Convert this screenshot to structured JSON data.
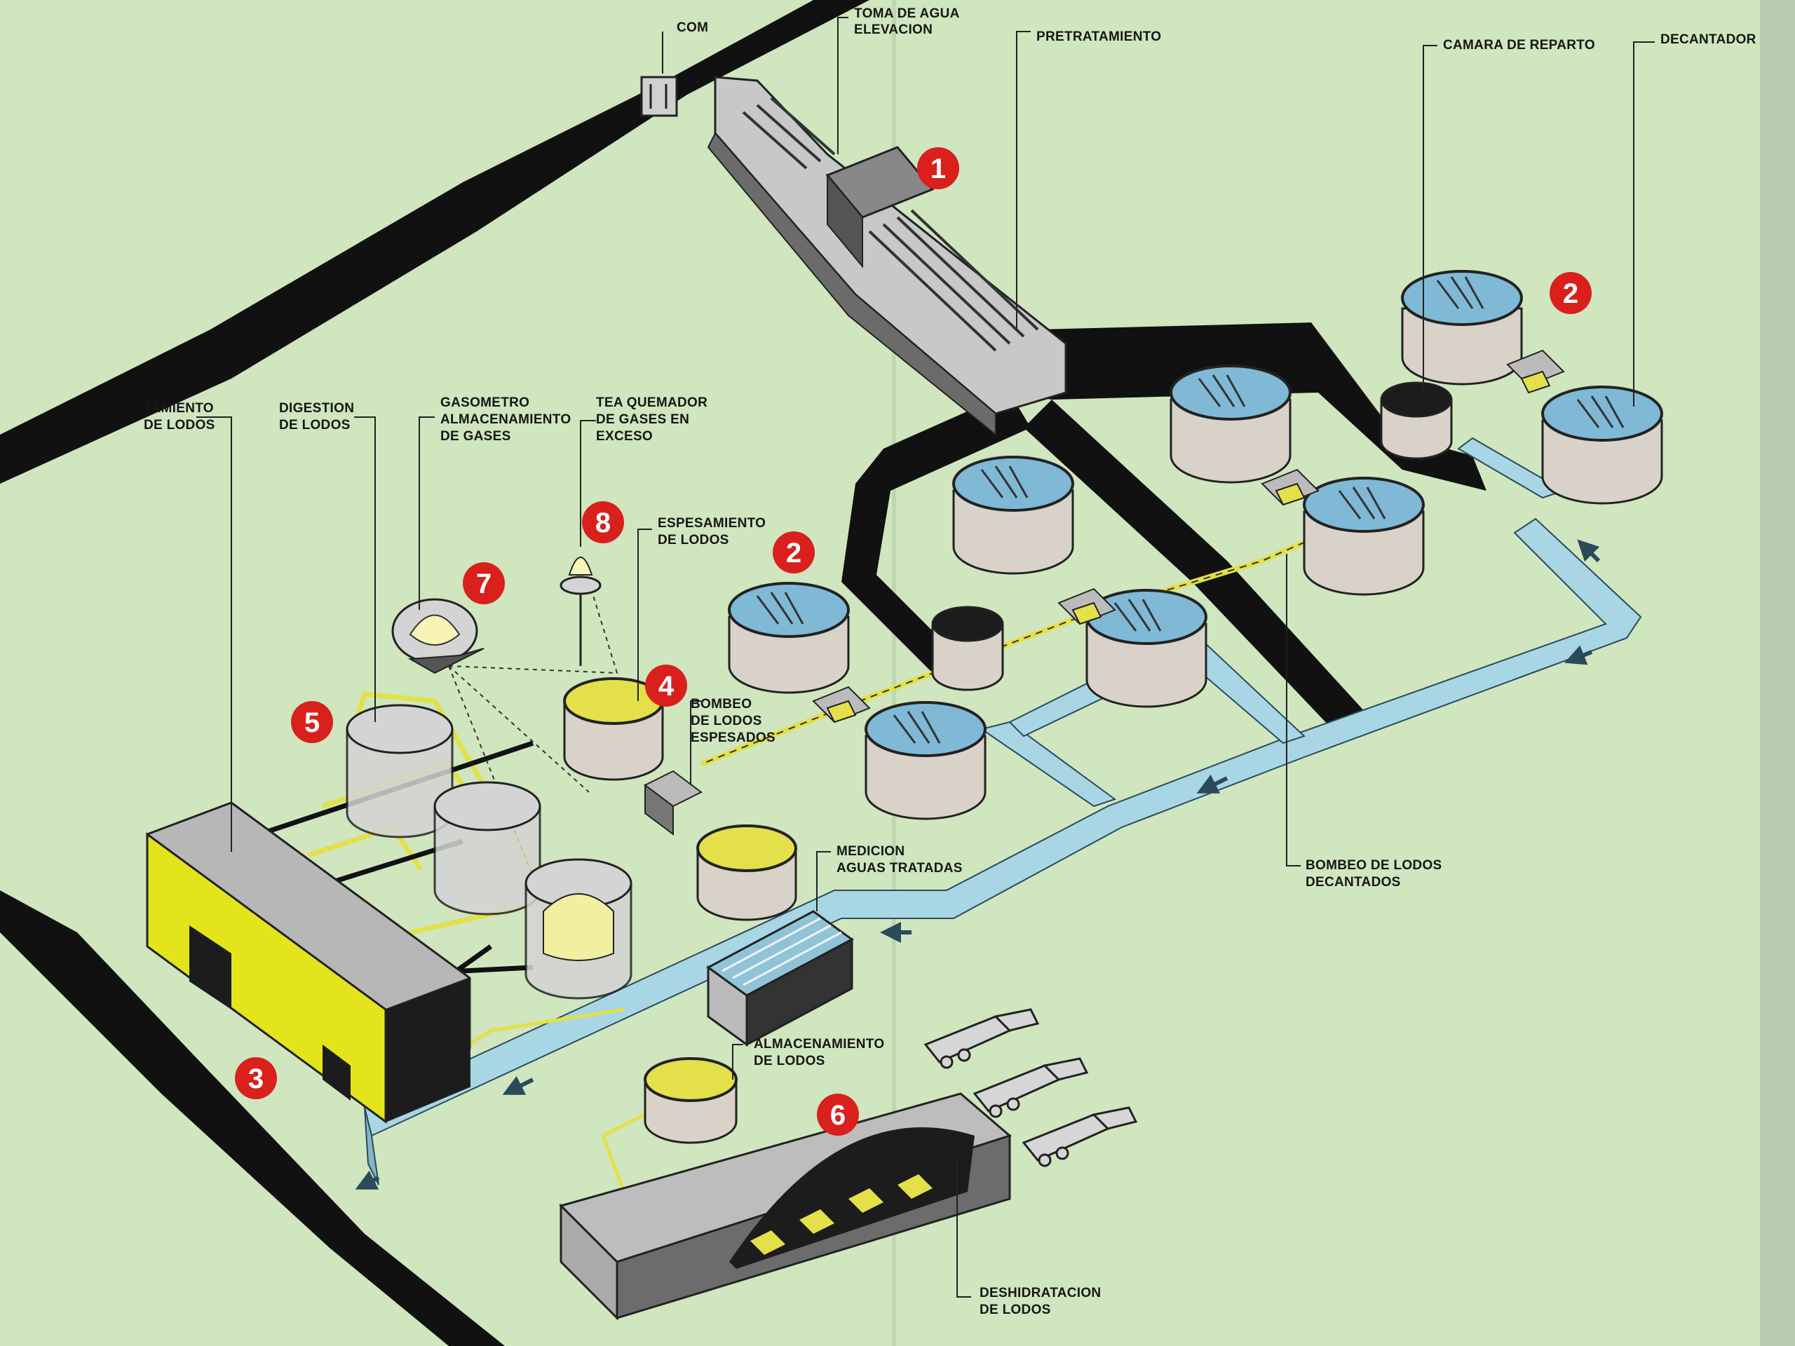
{
  "labels": {
    "compuertas": "COM",
    "toma_agua": [
      "TOMA DE AGUA",
      "ELEVACION"
    ],
    "pretratamiento": "PRETRATAMIENTO",
    "camara_reparto": "CAMARA DE REPARTO",
    "decantador": "DECANTADOR",
    "tratamiento_lodos": [
      "TAMIENTO",
      "DE LODOS"
    ],
    "digestion": [
      "DIGESTION",
      "DE LODOS"
    ],
    "gasometro": [
      "GASOMETRO",
      "ALMACENAMIENTO",
      "DE GASES"
    ],
    "tea": [
      "TEA QUEMADOR",
      "DE GASES EN",
      "EXCESO"
    ],
    "espesamiento": [
      "ESPESAMIENTO",
      "DE LODOS"
    ],
    "bombeo_espesados": [
      "BOMBEO",
      "DE LODOS",
      "ESPESADOS"
    ],
    "medicion": [
      "MEDICION",
      "AGUAS TRATADAS"
    ],
    "bombeo_decantados": [
      "BOMBEO DE LODOS",
      "DECANTADOS"
    ],
    "almacenamiento": [
      "ALMACENAMIENTO",
      "DE LODOS"
    ],
    "deshidratacion": [
      "DESHIDRATACION",
      "DE LODOS"
    ]
  },
  "badges": {
    "b1": "1",
    "b2a": "2",
    "b2b": "2",
    "b3": "3",
    "b4": "4",
    "b5": "5",
    "b6": "6",
    "b7": "7",
    "b8": "8"
  },
  "colors": {
    "background": "#cfe6bf",
    "road": "#111111",
    "water": "#a9d6e4",
    "tank_water": "#7fb9d6",
    "sludge": "#e3e04a",
    "building": "#9a9a9a",
    "building_front": "#e4e41c",
    "badge": "#d9201c"
  }
}
